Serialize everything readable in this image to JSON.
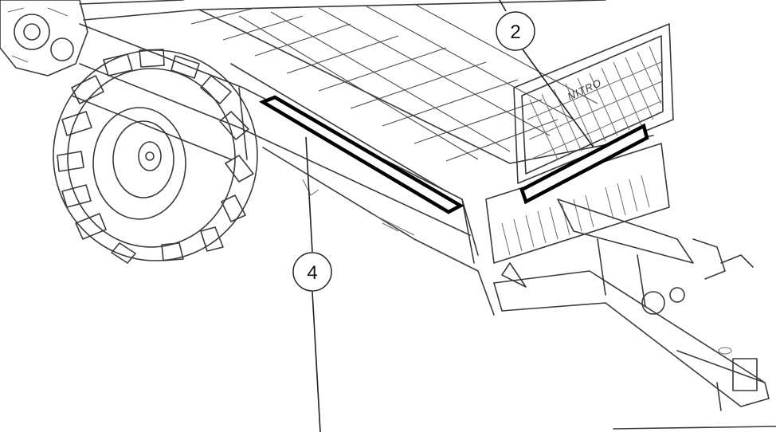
{
  "callouts": [
    {
      "id": "decal-front",
      "number": "2"
    },
    {
      "id": "decal-side",
      "number": "4"
    }
  ],
  "brand_marking": "NITRO",
  "colors": {
    "line": "#3a3a3a",
    "decal_outline": "#000000",
    "background": "#ffffff"
  }
}
